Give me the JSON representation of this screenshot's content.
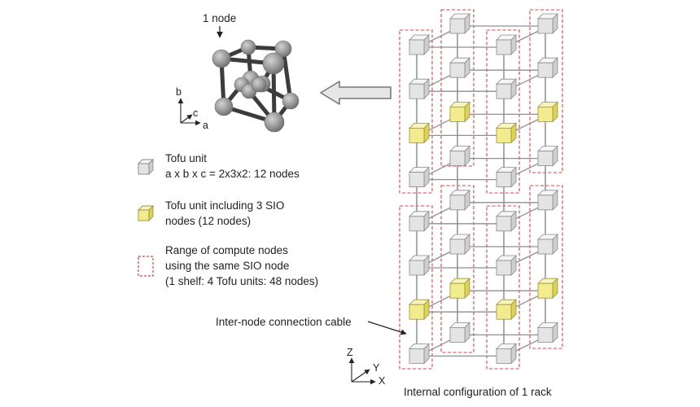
{
  "node_label": "1 node",
  "unit_axes": {
    "b": "b",
    "c": "c",
    "a": "a"
  },
  "legend": {
    "tofu_unit": {
      "line1": "Tofu unit",
      "line2": "a x b x c = 2x3x2: 12 nodes"
    },
    "sio_unit": {
      "line1": "Tofu unit including 3 SIO",
      "line2": "nodes (12 nodes)"
    },
    "range": {
      "line1": "Range of compute nodes",
      "line2": "using the same SIO node",
      "line3": "(1 shelf: 4 Tofu units: 48 nodes)"
    }
  },
  "cable_label": "Inter-node connection cable",
  "rack_axes": {
    "z": "Z",
    "y": "Y",
    "x": "X"
  },
  "rack_caption": "Internal configuration of 1 rack",
  "colors": {
    "node_gray": "#e4e4e4",
    "node_yellow": "#f2ec8e",
    "dashed_red": "#e04040",
    "link_gray": "#8f8f8f",
    "ball_gray": "#9b9b9b",
    "rod_dark": "#3c3c3c"
  },
  "rack": {
    "columns": [
      {
        "sio_rows": [
          2,
          6
        ]
      },
      {
        "sio_rows": [
          2,
          6
        ]
      },
      {
        "sio_rows": [
          2,
          6
        ]
      },
      {
        "sio_rows": [
          2,
          6
        ]
      }
    ],
    "rows": 8
  }
}
